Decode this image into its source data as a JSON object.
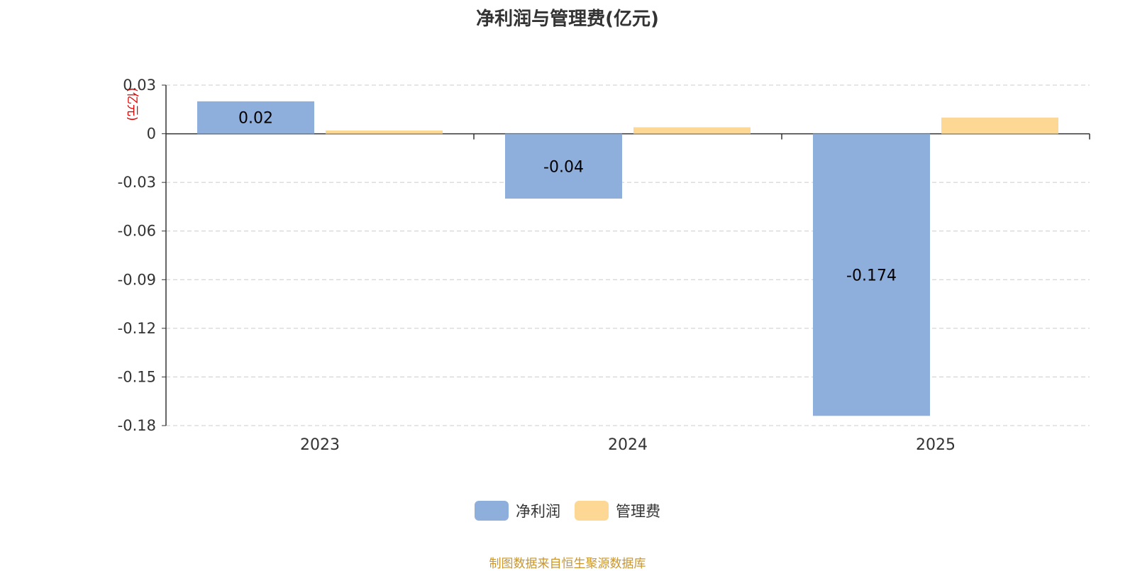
{
  "chart_data": {
    "type": "bar",
    "title": "净利润与管理费(亿元)",
    "ylabel": "(亿元)",
    "xlabel": "",
    "categories": [
      "2023",
      "2024",
      "2025"
    ],
    "series": [
      {
        "name": "净利润",
        "color": "#8eaedb",
        "values": [
          0.02,
          -0.04,
          -0.174
        ],
        "labels": [
          "0.02",
          "-0.04",
          "-0.174"
        ]
      },
      {
        "name": "管理费",
        "color": "#fdd894",
        "values": [
          0.002,
          0.004,
          0.01
        ],
        "labels": [
          "",
          "",
          ""
        ]
      }
    ],
    "yticks": [
      0.03,
      0,
      -0.03,
      -0.06,
      -0.09,
      -0.12,
      -0.15,
      -0.18
    ],
    "ytick_labels": [
      "0.03",
      "0",
      "-0.03",
      "-0.06",
      "-0.09",
      "-0.12",
      "-0.15",
      "-0.18"
    ],
    "ylim": [
      -0.18,
      0.03
    ],
    "grid": true,
    "legend_position": "bottom-center"
  },
  "footer": {
    "source": "制图数据来自恒生聚源数据库"
  },
  "colors": {
    "axis": "#333333",
    "grid": "#cccccc",
    "ylabel": "#e00000",
    "source": "#c9962f"
  }
}
